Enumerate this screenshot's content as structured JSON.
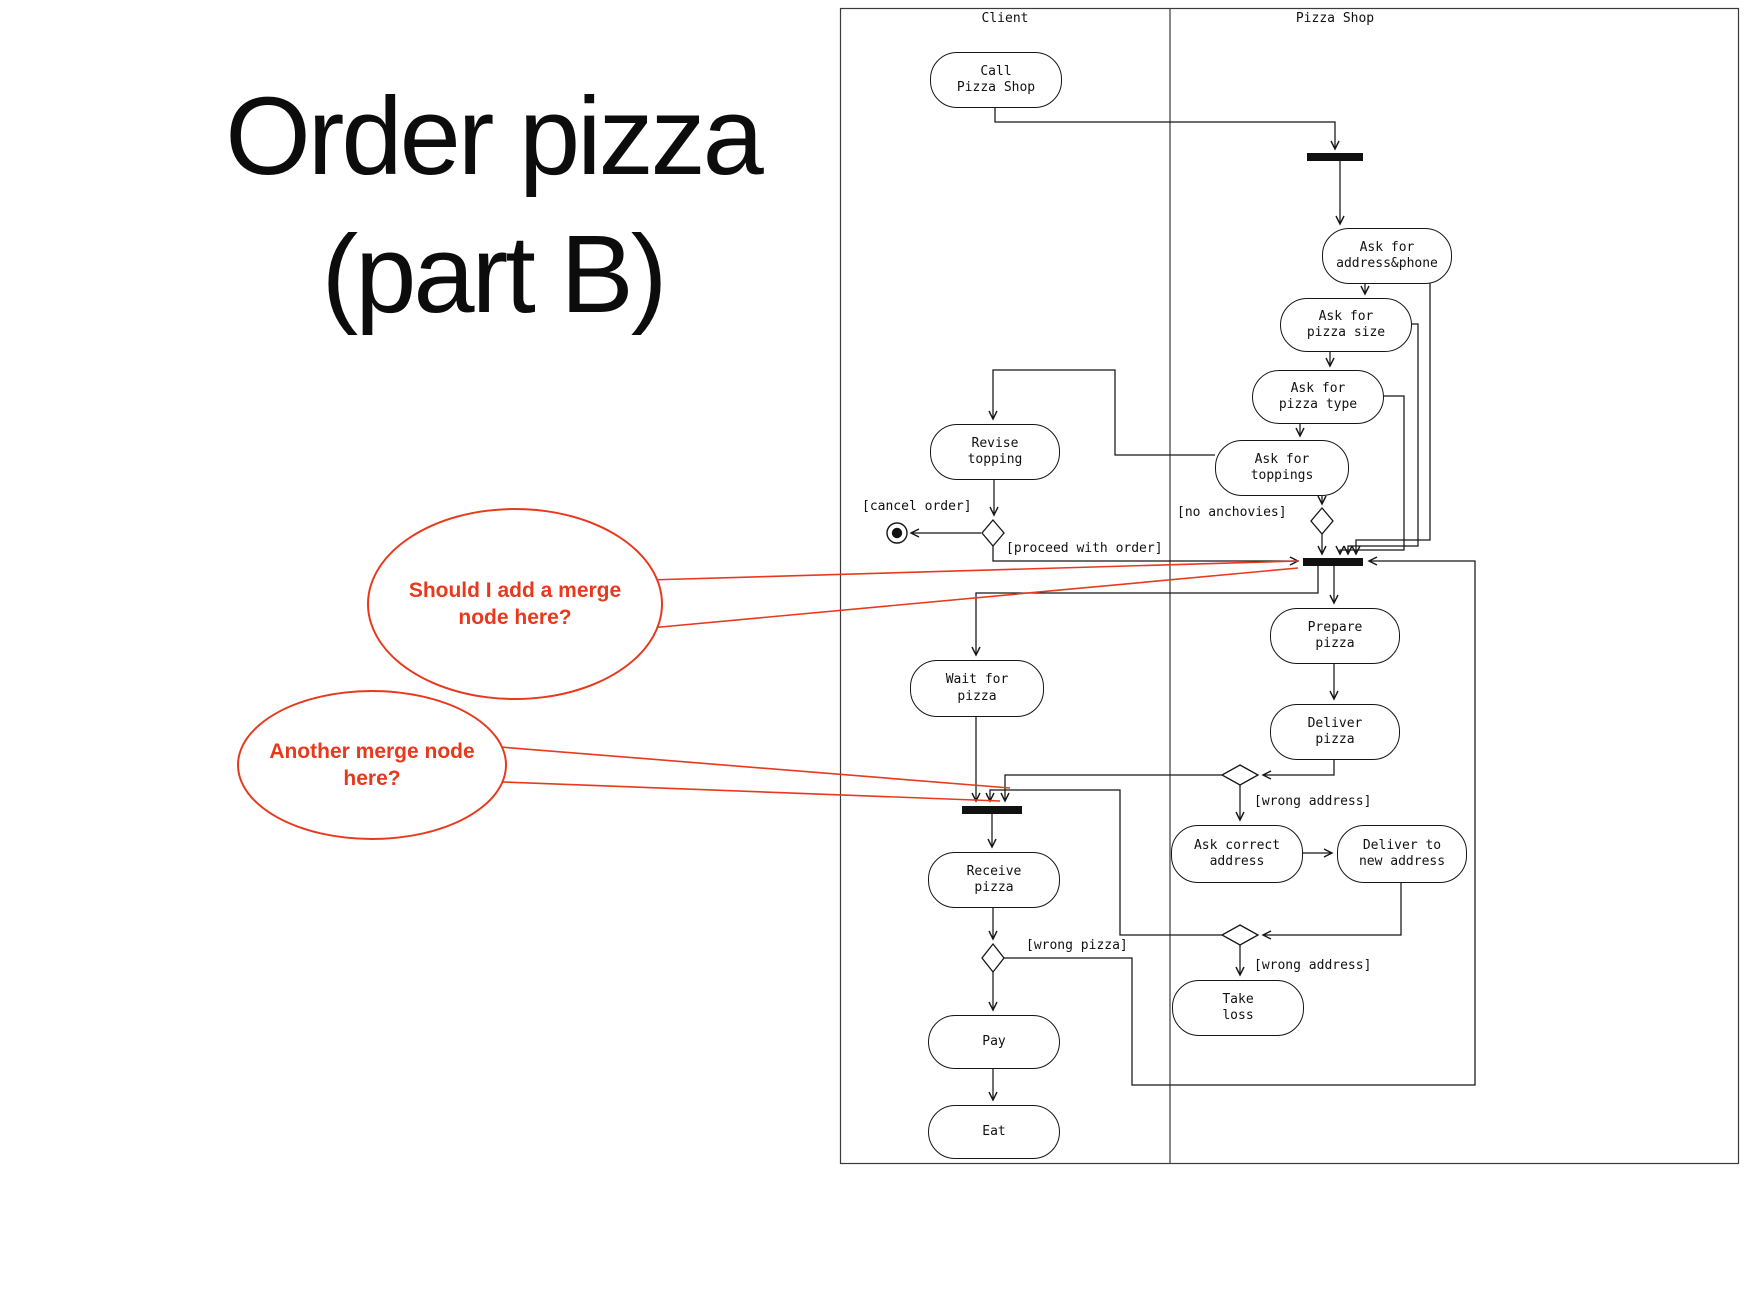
{
  "title": {
    "line1": "Order pizza",
    "line2": "(part B)"
  },
  "annotations": {
    "merge1": "Should I add a merge node here?",
    "merge2": "Another merge node here?",
    "accent_color": "#e8391d"
  },
  "diagram": {
    "lanes": {
      "client": "Client",
      "shop": "Pizza Shop"
    },
    "nodes": {
      "call": "Call\nPizza Shop",
      "ask_address": "Ask for\naddress&phone",
      "ask_size": "Ask for\npizza size",
      "ask_type": "Ask for\npizza type",
      "ask_toppings": "Ask for\ntoppings",
      "revise": "Revise\ntopping",
      "prepare": "Prepare\npizza",
      "deliver": "Deliver\npizza",
      "wait": "Wait for\npizza",
      "ask_correct": "Ask correct\naddress",
      "deliver_new": "Deliver to\nnew address",
      "receive": "Receive\npizza",
      "take_loss": "Take\nloss",
      "pay": "Pay",
      "eat": "Eat"
    },
    "labels": {
      "cancel": "[cancel order]",
      "proceed": "[proceed with order]",
      "no_anchovies": "[no anchovies]",
      "wrong_address1": "[wrong address]",
      "wrong_pizza": "[wrong pizza]",
      "wrong_address2": "[wrong address]"
    }
  }
}
